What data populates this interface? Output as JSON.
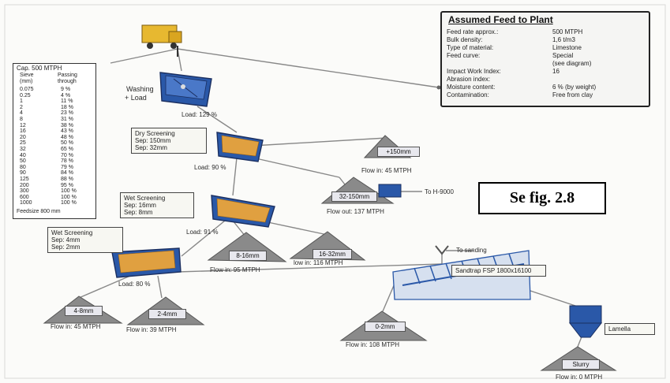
{
  "feed_box": {
    "title": "Assumed Feed to Plant",
    "rows": [
      {
        "label": "Feed rate approx.:",
        "value": "500 MTPH"
      },
      {
        "label": "Bulk density:",
        "value": "1,6 t/m3"
      },
      {
        "label": "Type of material:",
        "value": "Limestone"
      },
      {
        "label": "Feed curve:",
        "value": "Special"
      },
      {
        "label": "",
        "value": "(see diagram)"
      },
      {
        "label": "Impact Work Index:",
        "value": "16"
      },
      {
        "label": "Abrasion index:",
        "value": ""
      },
      {
        "label": "Moisture content:",
        "value": "6 % (by weight)"
      },
      {
        "label": "Contamination:",
        "value": "Free from clay"
      }
    ]
  },
  "curve_table": {
    "cap": "Cap. 500 MTPH",
    "col_sieve": "Sieve",
    "col_sieve_unit": "(mm)",
    "col_passing": "Passing",
    "col_passing_unit": "through",
    "rows": [
      [
        "0.075",
        "9 %"
      ],
      [
        "0.25",
        "4 %"
      ],
      [
        "1",
        "11 %"
      ],
      [
        "2",
        "18 %"
      ],
      [
        "4",
        "23 %"
      ],
      [
        "8",
        "31 %"
      ],
      [
        "12",
        "38 %"
      ],
      [
        "16",
        "43 %"
      ],
      [
        "20",
        "48 %"
      ],
      [
        "25",
        "50 %"
      ],
      [
        "32",
        "65 %"
      ],
      [
        "40",
        "70 %"
      ],
      [
        "50",
        "78 %"
      ],
      [
        "80",
        "79 %"
      ],
      [
        "90",
        "84 %"
      ],
      [
        "125",
        "88 %"
      ],
      [
        "200",
        "95 %"
      ],
      [
        "300",
        "100 %"
      ],
      [
        "600",
        "100 %"
      ],
      [
        "1000",
        "100 %"
      ]
    ],
    "footer": "Feedsize 800 mm"
  },
  "labels": {
    "washing": "Washing",
    "washing2": "+ Load",
    "load_washer": "Load: 129 %",
    "dry_title": "Dry Screening",
    "dry_sep1": "Sep: 150mm",
    "dry_sep2": "Sep: 32mm",
    "load_dry": "Load: 90 %",
    "wet1_title": "Wet Screening",
    "wet1_sep1": "Sep: 16mm",
    "wet1_sep2": "Sep: 8mm",
    "load_wet1": "Load: 91 %",
    "wet2_title": "Wet Screening",
    "wet2_sep1": "Sep: 4mm",
    "wet2_sep2": "Sep: 2mm",
    "load_wet2": "Load: 80 %",
    "pile_150": "+150mm",
    "flow_150": "Flow in: 45 MTPH",
    "pile_32_150": "32-150mm",
    "flow_32_150": "Flow out: 137 MTPH",
    "to_hd": "To H-9000",
    "pile_8_16": "8-16mm",
    "flow_8_16": "Flow in: 95 MTPH",
    "pile_16_32": "16-32mm",
    "flow_16_32": "low in: 116 MTPH",
    "pile_4_8": "4-8mm",
    "flow_4_8": "Flow in: 45 MTPH",
    "pile_2_4": "2-4mm",
    "flow_2_4": "Flow in: 39 MTPH",
    "to_sanding": "To sanding",
    "sandtrap": "Sandtrap FSP 1800x16100",
    "pile_0_2": "0-2mm",
    "flow_0_2": "Flow in: 108 MTPH",
    "lamella": "Lamella",
    "pile_slurry": "Slurry",
    "flow_slurry": "Flow in: 0 MTPH",
    "see_fig": "Se fig. 2.8"
  }
}
